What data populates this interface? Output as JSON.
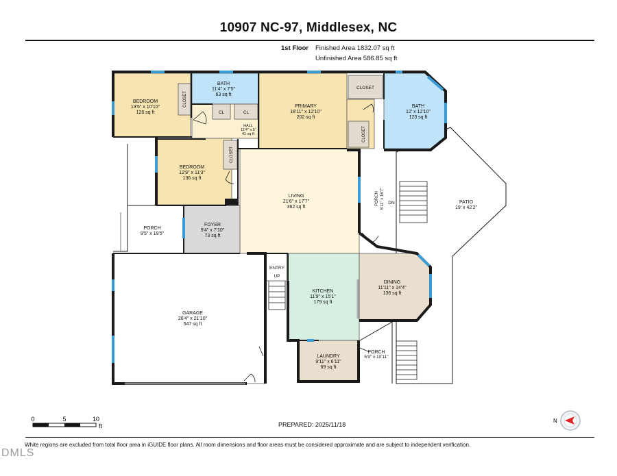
{
  "title": "10907 NC-97, Middlesex, NC",
  "floor_label": "1st Floor",
  "finished_area": "Finished Area 1832.07 sq ft",
  "unfinished_area": "Unfinished Area 586.85 sq ft",
  "rooms": {
    "bedroom1": {
      "name": "BEDROOM",
      "dims": "13'5\" x 10'10\"",
      "area": "126 sq ft"
    },
    "bath1": {
      "name": "BATH",
      "dims": "11'4\" x 7'5\"",
      "area": "63 sq ft"
    },
    "primary": {
      "name": "PRIMARY",
      "dims": "18'11\" x 12'10\"",
      "area": "202 sq ft"
    },
    "bath2": {
      "name": "BATH",
      "dims": "12' x 12'10\"",
      "area": "123 sq ft"
    },
    "hall": {
      "name": "HALL",
      "dims": "11'4\" x 5'",
      "area": "41 sq ft"
    },
    "bedroom2": {
      "name": "BEDROOM",
      "dims": "12'9\" x 11'3\"",
      "area": "136 sq ft"
    },
    "living": {
      "name": "LIVING",
      "dims": "21'6\" x 17'7\"",
      "area": "362 sq ft"
    },
    "foyer": {
      "name": "FOYER",
      "dims": "9'4\" x 7'10\"",
      "area": "73 sq ft"
    },
    "porch_west": {
      "name": "PORCH",
      "dims": "9'5\" x 19'5\""
    },
    "porch_east": {
      "name": "PORCH",
      "dims": "5'11\" x 16'7\""
    },
    "patio": {
      "name": "PATIO",
      "dims": "19' x 42'2\""
    },
    "garage": {
      "name": "GARAGE",
      "dims": "26'4\" x 21'10\"",
      "area": "547 sq ft"
    },
    "kitchen": {
      "name": "KITCHEN",
      "dims": "11'9\" x 15'1\"",
      "area": "179 sq ft"
    },
    "dining": {
      "name": "DINING",
      "dims": "11'11\" x 14'4\"",
      "area": "136 sq ft"
    },
    "laundry": {
      "name": "LAUNDRY",
      "dims": "9'11\" x 6'11\"",
      "area": "69 sq ft"
    },
    "porch_south": {
      "name": "PORCH",
      "dims": "5'9\" x 10'11\""
    }
  },
  "labels": {
    "closet": "CLOSET",
    "cl": "CL",
    "entry": "ENTRY",
    "up": "UP",
    "dn": "DN"
  },
  "scale": {
    "ticks": [
      "0",
      "5",
      "10"
    ],
    "unit": "ft"
  },
  "compass_label": "N",
  "prepared": "PREPARED: 2025/11/18",
  "disclaimer": "White regions are excluded from total floor area in iGUIDE floor plans. All room dimensions and floor areas must be considered approximate and are subject to independent verification.",
  "watermark": "DMLS",
  "colors": {
    "bedroom": "#f7e4b0",
    "bath": "#bfe3f8",
    "primary": "#f7e4b0",
    "hall": "#fbf0d2",
    "living": "#fdf5dc",
    "foyer": "#d9d9d9",
    "kitchen": "#d7efe0",
    "dining": "#eadfcf",
    "laundry": "#eadfcf",
    "closet": "#e3dbd0",
    "wall": "#1a1a1a",
    "window": "#3a9bd5",
    "compass_red": "#e02424"
  }
}
